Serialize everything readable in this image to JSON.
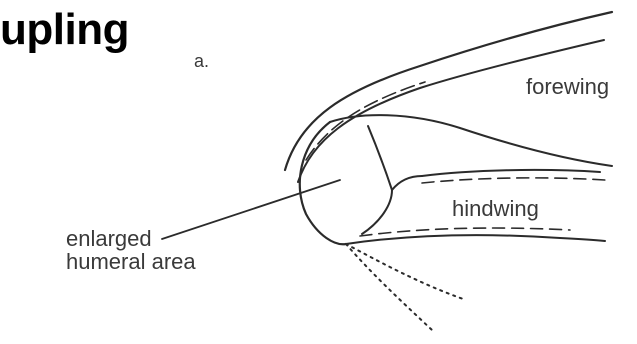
{
  "heading": "upling",
  "labels": {
    "part": "a.",
    "forewing": "forewing",
    "hindwing": "hindwing",
    "humeral_line1": "enlarged",
    "humeral_line2": "humeral area"
  },
  "colors": {
    "ink": "#2b2b2b",
    "label": "#3a3a3a",
    "heading": "#000000",
    "background": "#ffffff"
  }
}
